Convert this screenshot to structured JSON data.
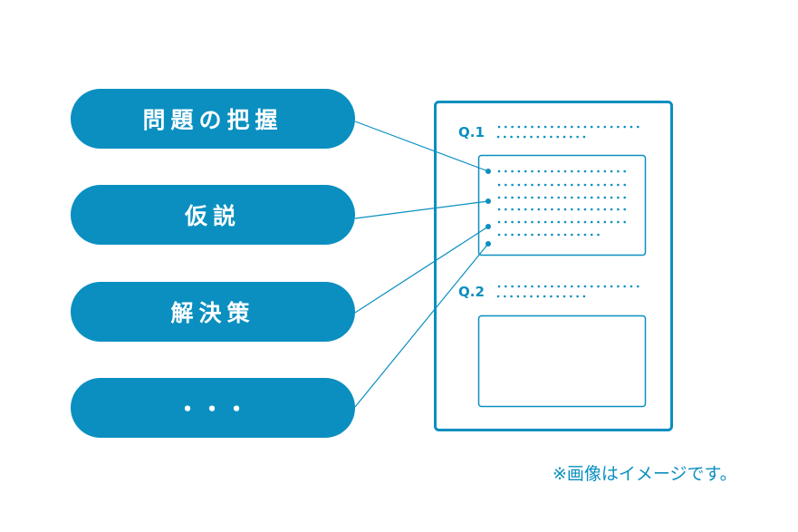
{
  "pills": [
    {
      "label": "問題の把握"
    },
    {
      "label": "仮説"
    },
    {
      "label": "解決策"
    },
    {
      "label": "・・・"
    }
  ],
  "document": {
    "questions": [
      {
        "label": "Q.1"
      },
      {
        "label": "Q.2"
      }
    ]
  },
  "note": "※画像はイメージです。",
  "colors": {
    "accent": "#0a8fc0"
  }
}
